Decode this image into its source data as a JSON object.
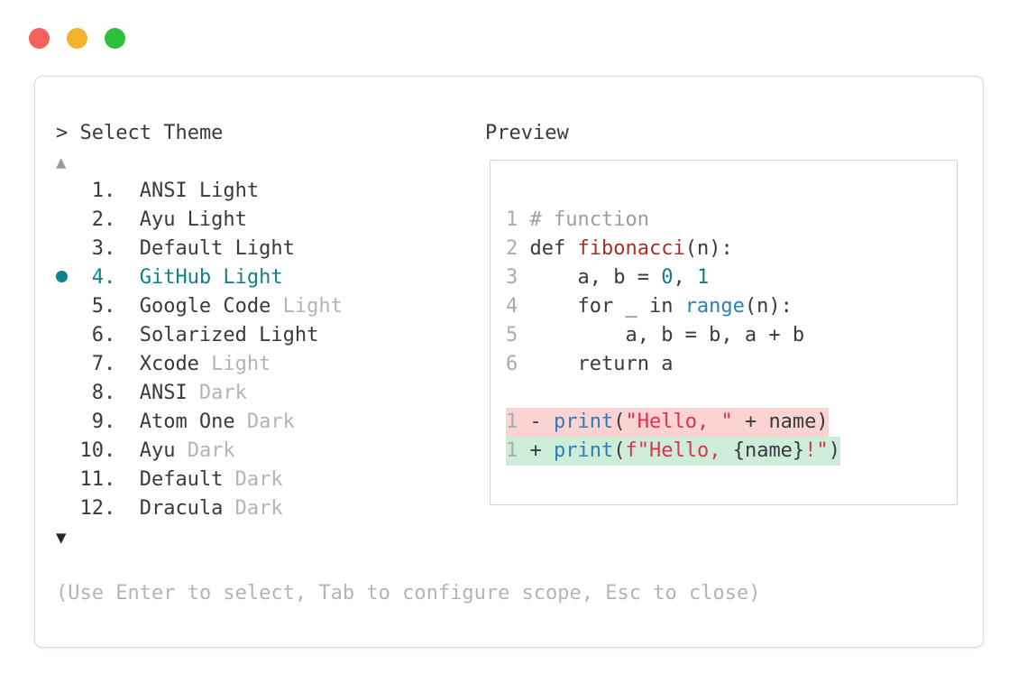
{
  "colors": {
    "text_dark": "#343b41",
    "dim_gray": "#b2b5b7",
    "linenum_gray": "#a9acae",
    "accent_teal": "#11808a",
    "comment_green": "#9aa294",
    "func_red": "#ab2e26",
    "builtin_blue": "#2b7fb8",
    "string_red": "#dd3350",
    "number_teal": "#0f7e88",
    "removed_bg": "#fcd3d3",
    "added_bg": "#cdedd9",
    "traffic_red": "#f4615c",
    "traffic_yellow": "#f2b32b",
    "traffic_green": "#2bc13c"
  },
  "window": {
    "controls": [
      "close",
      "minimize",
      "zoom"
    ]
  },
  "prompt": {
    "title": "> Select Theme"
  },
  "list": {
    "up_arrow": "▲",
    "down_arrow": "▼",
    "items": [
      {
        "num": "1",
        "name": "ANSI Light",
        "dim": "",
        "selected": false
      },
      {
        "num": "2",
        "name": "Ayu Light",
        "dim": "",
        "selected": false
      },
      {
        "num": "3",
        "name": "Default Light",
        "dim": "",
        "selected": false
      },
      {
        "num": "4",
        "name": "GitHub Light",
        "dim": "",
        "selected": true
      },
      {
        "num": "5",
        "name": "Google Code",
        "dim": "Light",
        "selected": false
      },
      {
        "num": "6",
        "name": "Solarized Light",
        "dim": "",
        "selected": false
      },
      {
        "num": "7",
        "name": "Xcode",
        "dim": "Light",
        "selected": false
      },
      {
        "num": "8",
        "name": "ANSI",
        "dim": "Dark",
        "selected": false
      },
      {
        "num": "9",
        "name": "Atom One",
        "dim": "Dark",
        "selected": false
      },
      {
        "num": "10",
        "name": "Ayu",
        "dim": "Dark",
        "selected": false
      },
      {
        "num": "11",
        "name": "Default",
        "dim": "Dark",
        "selected": false
      },
      {
        "num": "12",
        "name": "Dracula",
        "dim": "Dark",
        "selected": false
      }
    ]
  },
  "preview": {
    "label": "Preview",
    "code_lines": [
      {
        "num": "1",
        "bg": "",
        "tokens": [
          {
            "t": "# function",
            "c": "comment"
          }
        ]
      },
      {
        "num": "2",
        "bg": "",
        "tokens": [
          {
            "t": "def ",
            "c": "text"
          },
          {
            "t": "fibonacci",
            "c": "func"
          },
          {
            "t": "(n):",
            "c": "text"
          }
        ]
      },
      {
        "num": "3",
        "bg": "",
        "tokens": [
          {
            "t": "    a, b = ",
            "c": "text"
          },
          {
            "t": "0",
            "c": "number"
          },
          {
            "t": ", ",
            "c": "text"
          },
          {
            "t": "1",
            "c": "number"
          }
        ]
      },
      {
        "num": "4",
        "bg": "",
        "tokens": [
          {
            "t": "    for _ in ",
            "c": "text"
          },
          {
            "t": "range",
            "c": "builtin"
          },
          {
            "t": "(n):",
            "c": "text"
          }
        ]
      },
      {
        "num": "5",
        "bg": "",
        "tokens": [
          {
            "t": "        a, b = b, a + b",
            "c": "text"
          }
        ]
      },
      {
        "num": "6",
        "bg": "",
        "tokens": [
          {
            "t": "    return a",
            "c": "text"
          }
        ]
      },
      {
        "num": "",
        "bg": "",
        "tokens": []
      },
      {
        "num": "1",
        "bg": "removed",
        "tokens": [
          {
            "t": "- ",
            "c": "text"
          },
          {
            "t": "print",
            "c": "builtin"
          },
          {
            "t": "(",
            "c": "text"
          },
          {
            "t": "\"Hello, \"",
            "c": "string"
          },
          {
            "t": " + name)",
            "c": "text"
          }
        ]
      },
      {
        "num": "1",
        "bg": "added",
        "tokens": [
          {
            "t": "+ ",
            "c": "text"
          },
          {
            "t": "print",
            "c": "builtin"
          },
          {
            "t": "(",
            "c": "text"
          },
          {
            "t": "f\"Hello, ",
            "c": "string"
          },
          {
            "t": "{name}",
            "c": "text"
          },
          {
            "t": "!\"",
            "c": "string"
          },
          {
            "t": ")",
            "c": "text"
          }
        ]
      }
    ]
  },
  "help": {
    "text": "(Use Enter to select, Tab to configure scope, Esc to close)"
  }
}
